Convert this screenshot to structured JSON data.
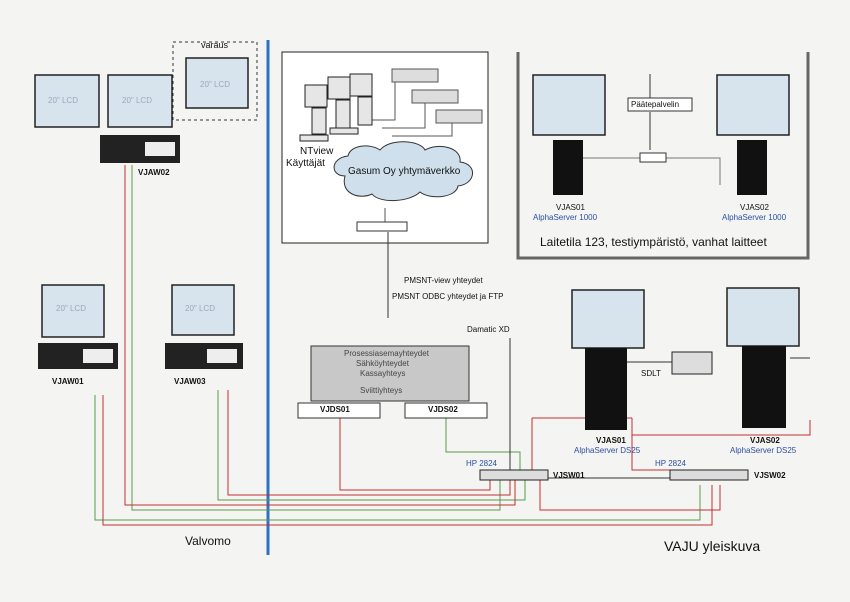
{
  "colors": {
    "divider": "#2f6fc4",
    "cable_red": "#c43030",
    "cable_green": "#5a9a4a",
    "monitor": "#d7e4ee",
    "text_blue": "#2c4fa0"
  },
  "areas": {
    "control_room": "Valvomo",
    "overview": "VAJU yleiskuva"
  },
  "workstations": [
    {
      "name": "VJAW02"
    },
    {
      "name": "VJAW01"
    },
    {
      "name": "VJAW03"
    }
  ],
  "monitors": {
    "lcd_text": "20\" LCD",
    "spare_label": "varaus"
  },
  "network": {
    "cloud_label": "Gasum Oy yhtymäverkko",
    "users_label_1": "NTview",
    "users_label_2": "Käyttäjät",
    "link_1": "PMSNT-view yhteydet",
    "link_2": "PMSNT ODBC yhteydet ja FTP",
    "damatic": "Damatic XD"
  },
  "comm_box": {
    "line1": "Prosessiasemayhteydet",
    "line2": "Sähköyhteydet",
    "line3": "Kassayhteys",
    "line4": "Sviittiyhteys",
    "servers": [
      "VJDS01",
      "VJDS02"
    ]
  },
  "test_env": {
    "terminal_server": "Päätepalvelin",
    "caption": "Laitetila 123, testiympäristö, vanhat laitteet",
    "servers": [
      {
        "name": "VJAS01",
        "model": "AlphaServer 1000"
      },
      {
        "name": "VJAS02",
        "model": "AlphaServer 1000"
      }
    ]
  },
  "servers": [
    {
      "name": "VJAS01",
      "model": "AlphaServer DS25"
    },
    {
      "name": "VJAS02",
      "model": "AlphaServer DS25"
    }
  ],
  "tape": "SDLT",
  "switches": [
    {
      "model": "HP 2824",
      "name": "VJSW01"
    },
    {
      "model": "HP 2824",
      "name": "VJSW02"
    }
  ]
}
